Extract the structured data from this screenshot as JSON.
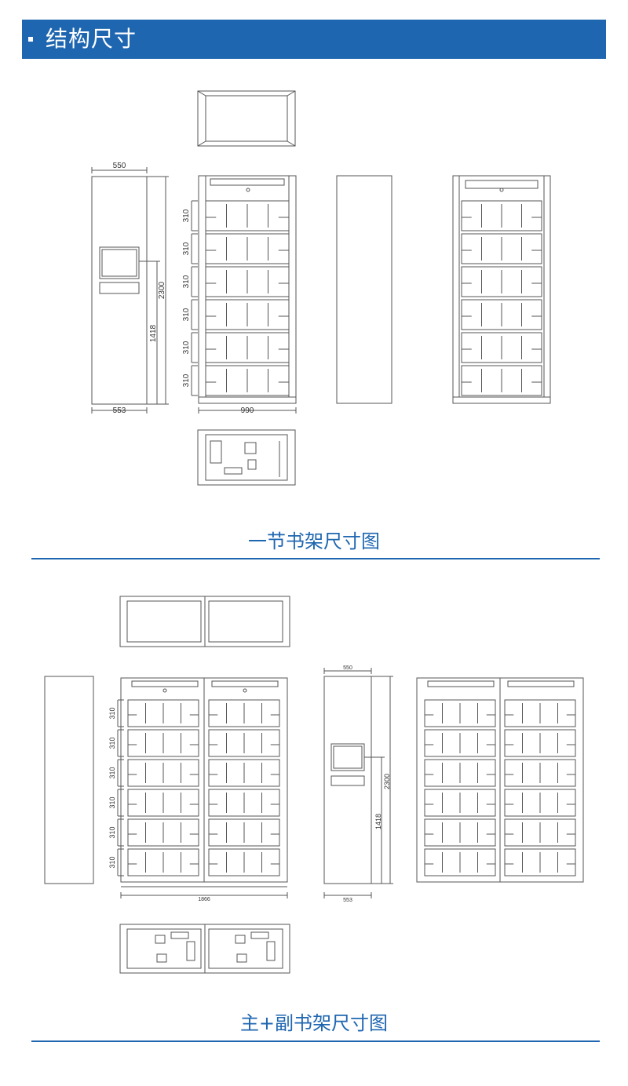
{
  "header": {
    "title": "结构尺寸"
  },
  "section1": {
    "caption": "一节书架尺寸图",
    "dims": {
      "width_top": "550",
      "width_bottom": "553",
      "height": "2300",
      "screen_height": "1418",
      "front_width": "990"
    },
    "row_pitch": [
      "310",
      "310",
      "310",
      "310",
      "310",
      "310"
    ]
  },
  "section2": {
    "caption": "主+副书架尺寸图",
    "dims": {
      "front_width": "1866",
      "width_top": "550",
      "width_bottom": "553",
      "height": "2300",
      "screen_height": "1418"
    },
    "row_pitch": [
      "310",
      "310",
      "310",
      "310",
      "310",
      "310"
    ]
  },
  "colors": {
    "accent": "#1f66b0",
    "line": "#555555"
  }
}
